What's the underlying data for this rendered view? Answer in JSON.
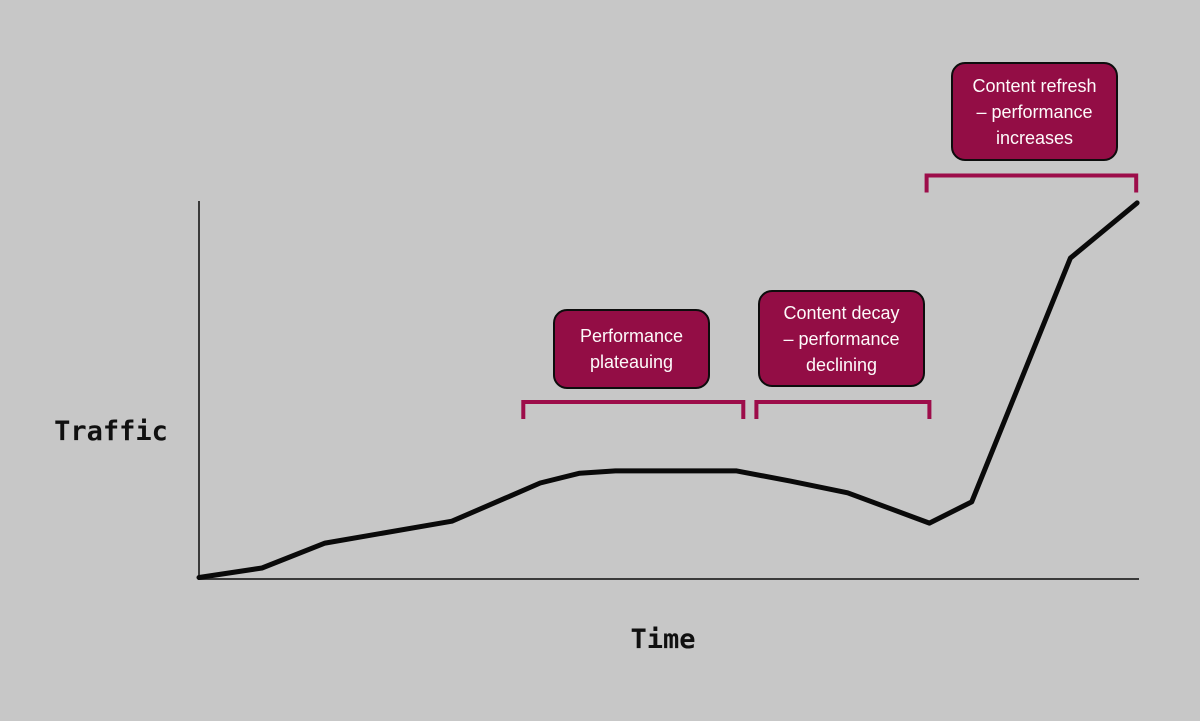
{
  "figure": {
    "background_color": "#c7c7c7",
    "axis_color": "#3a3a3a",
    "line_color": "#0a0a0a",
    "bracket_color": "#9d0d4a",
    "box_fill_color": "#930d45",
    "box_border_color": "#0d0d0d",
    "box_text_color": "#fdfafa"
  },
  "chart_data": {
    "type": "line",
    "title": "",
    "xlabel": "Time",
    "ylabel": "Traffic",
    "x_range": [
      0,
      100
    ],
    "y_range": [
      0,
      100
    ],
    "grid": false,
    "legend": false,
    "axis_ticks": "none",
    "series": [
      {
        "name": "Traffic",
        "color": "#0a0a0a",
        "points": [
          [
            0,
            0.4
          ],
          [
            6.7,
            2.9
          ],
          [
            13.4,
            9.5
          ],
          [
            26.9,
            15.3
          ],
          [
            32.6,
            21.4
          ],
          [
            36.3,
            25.4
          ],
          [
            40.5,
            28.0
          ],
          [
            44.3,
            28.6
          ],
          [
            57.2,
            28.6
          ],
          [
            62.9,
            25.9
          ],
          [
            69.0,
            22.8
          ],
          [
            77.7,
            14.8
          ],
          [
            82.2,
            20.4
          ],
          [
            92.7,
            84.9
          ],
          [
            99.8,
            99.5
          ]
        ]
      }
    ],
    "annotations": [
      {
        "id": "plateau",
        "text": "Performance plateauing",
        "lines": [
          "Performance",
          "plateauing"
        ],
        "x_span": [
          34.5,
          57.9
        ]
      },
      {
        "id": "decay",
        "text": "Content decay – performance declining",
        "lines": [
          "Content decay",
          "– performance",
          "declining"
        ],
        "x_span": [
          59.3,
          77.7
        ]
      },
      {
        "id": "refresh",
        "text": "Content refresh – performance increases",
        "lines": [
          "Content refresh",
          "– performance",
          "increases"
        ],
        "x_span": [
          77.4,
          99.7
        ]
      }
    ]
  }
}
